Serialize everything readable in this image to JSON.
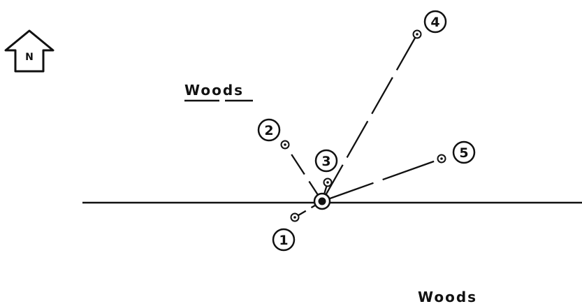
{
  "north_arrow": {
    "label": "N"
  },
  "regions": {
    "woods_upper": "Woods",
    "woods_lower": "Woods"
  },
  "points": [
    {
      "id": "1",
      "label": "1"
    },
    {
      "id": "2",
      "label": "2"
    },
    {
      "id": "3",
      "label": "3"
    },
    {
      "id": "4",
      "label": "4"
    },
    {
      "id": "5",
      "label": "5"
    }
  ],
  "colors": {
    "ink": "#111111",
    "background": "#ffffff"
  }
}
